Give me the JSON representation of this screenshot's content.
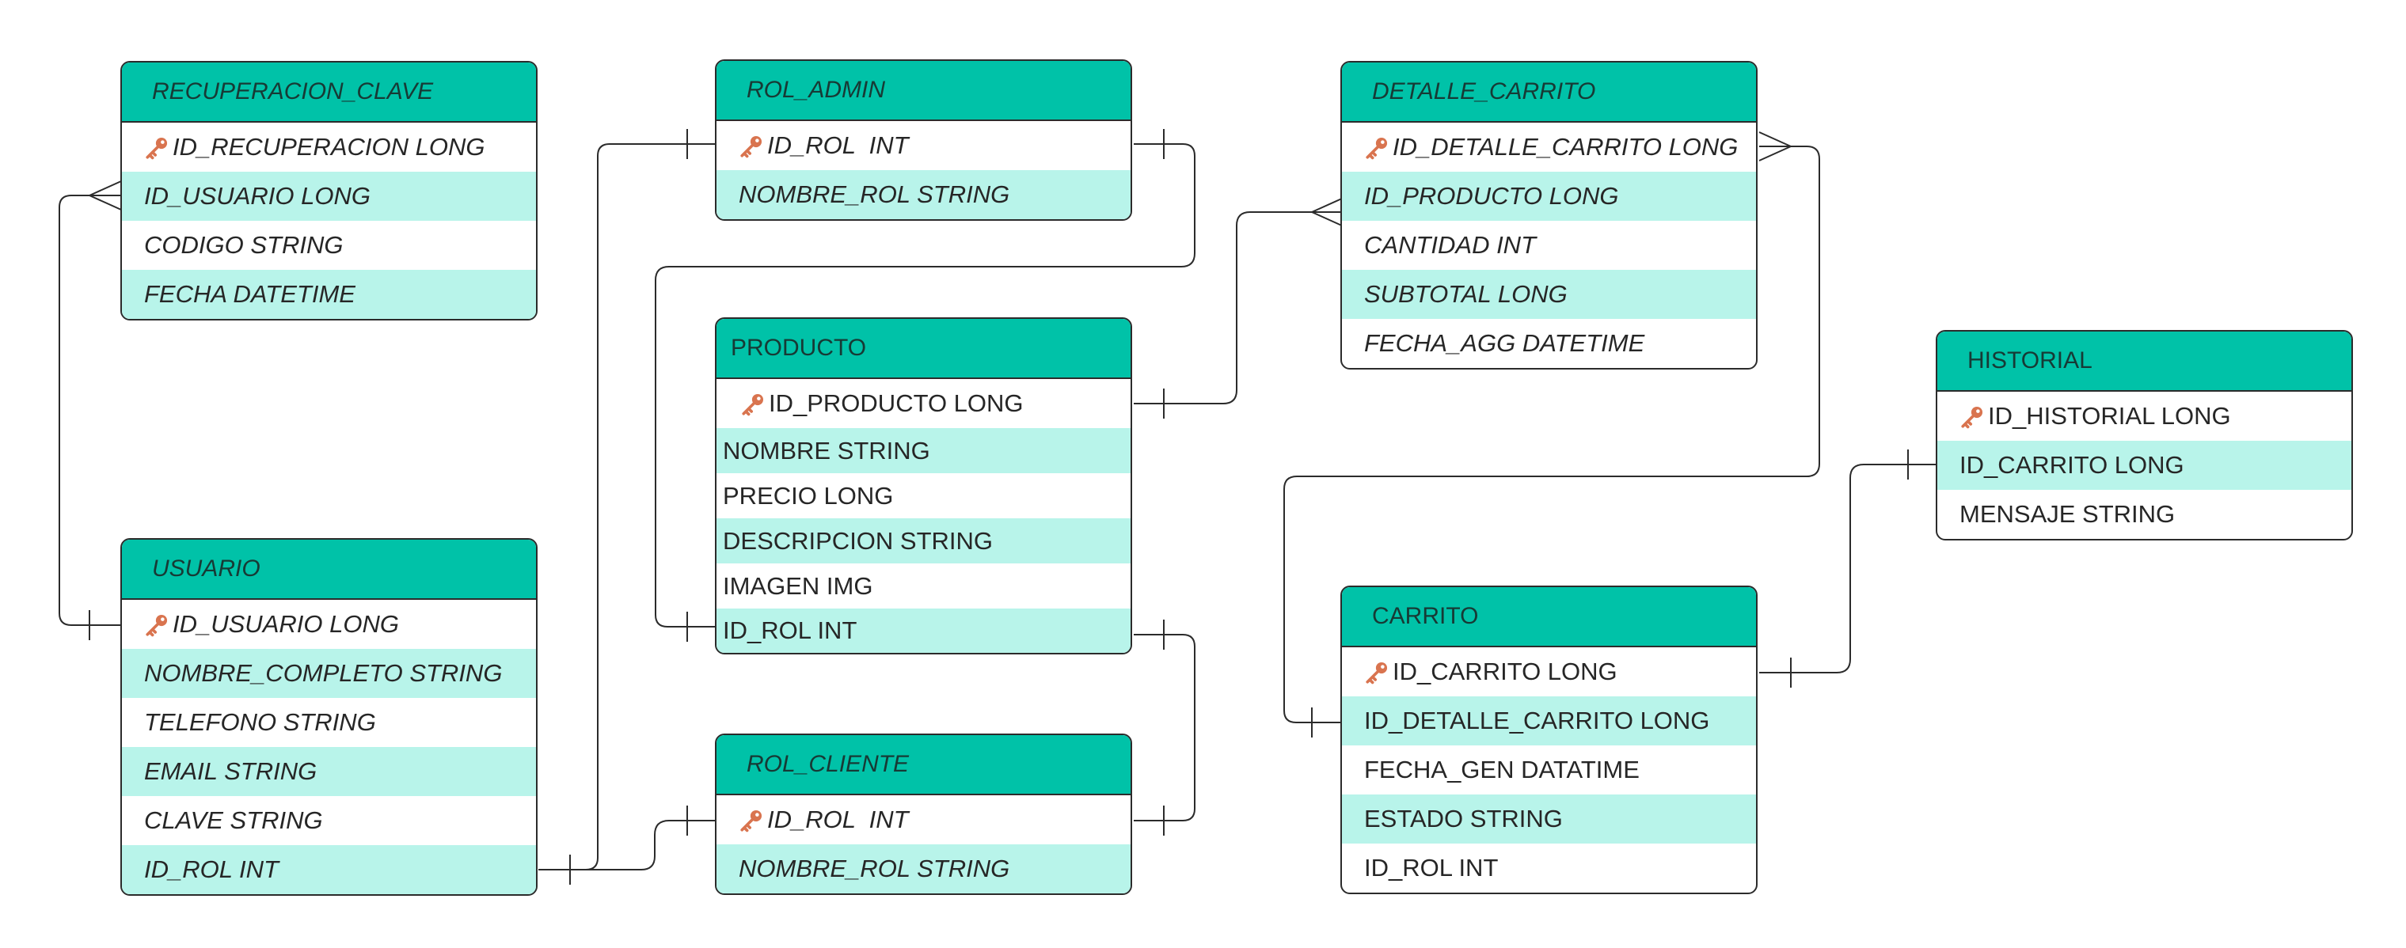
{
  "colors": {
    "header": "#00c2a8",
    "shaded_row": "#b8f4ea",
    "key_icon": "#d9744f",
    "line": "#2b2b2b"
  },
  "tables": [
    {
      "id": "recuperacion_clave",
      "title": "RECUPERACION_CLAVE",
      "italic": true,
      "fields": [
        {
          "name": "ID_RECUPERACION LONG",
          "pk": true
        },
        {
          "name": "ID_USUARIO LONG"
        },
        {
          "name": "CODIGO STRING"
        },
        {
          "name": "FECHA DATETIME"
        }
      ]
    },
    {
      "id": "usuario",
      "title": "USUARIO",
      "italic": true,
      "fields": [
        {
          "name": "ID_USUARIO LONG",
          "pk": true
        },
        {
          "name": "NOMBRE_COMPLETO STRING"
        },
        {
          "name": "TELEFONO STRING"
        },
        {
          "name": "EMAIL STRING"
        },
        {
          "name": "CLAVE STRING"
        },
        {
          "name": "ID_ROL INT"
        }
      ]
    },
    {
      "id": "rol_admin",
      "title": "ROL_ADMIN",
      "italic": true,
      "fields": [
        {
          "name": "ID_ROL  INT",
          "pk": true
        },
        {
          "name": "NOMBRE_ROL STRING"
        }
      ]
    },
    {
      "id": "producto",
      "title": "PRODUCTO",
      "italic": false,
      "fields": [
        {
          "name": "ID_PRODUCTO LONG",
          "pk": true
        },
        {
          "name": "NOMBRE STRING"
        },
        {
          "name": "PRECIO LONG"
        },
        {
          "name": "DESCRIPCION STRING"
        },
        {
          "name": "IMAGEN IMG"
        },
        {
          "name": "ID_ROL INT"
        }
      ]
    },
    {
      "id": "rol_cliente",
      "title": "ROL_CLIENTE",
      "italic": true,
      "fields": [
        {
          "name": "ID_ROL  INT",
          "pk": true
        },
        {
          "name": "NOMBRE_ROL STRING"
        }
      ]
    },
    {
      "id": "detalle_carrito",
      "title": "DETALLE_CARRITO",
      "italic": true,
      "fields": [
        {
          "name": "ID_DETALLE_CARRITO LONG",
          "pk": true
        },
        {
          "name": "ID_PRODUCTO LONG"
        },
        {
          "name": "CANTIDAD INT"
        },
        {
          "name": "SUBTOTAL LONG"
        },
        {
          "name": "FECHA_AGG DATETIME"
        }
      ]
    },
    {
      "id": "carrito",
      "title": "CARRITO",
      "italic": false,
      "fields": [
        {
          "name": "ID_CARRITO LONG",
          "pk": true
        },
        {
          "name": "ID_DETALLE_CARRITO LONG"
        },
        {
          "name": "FECHA_GEN DATATIME"
        },
        {
          "name": "ESTADO STRING"
        },
        {
          "name": "ID_ROL INT"
        }
      ]
    },
    {
      "id": "historial",
      "title": "HISTORIAL",
      "italic": false,
      "fields": [
        {
          "name": "ID_HISTORIAL LONG",
          "pk": true
        },
        {
          "name": "ID_CARRITO LONG"
        },
        {
          "name": "MENSAJE STRING"
        }
      ]
    }
  ]
}
